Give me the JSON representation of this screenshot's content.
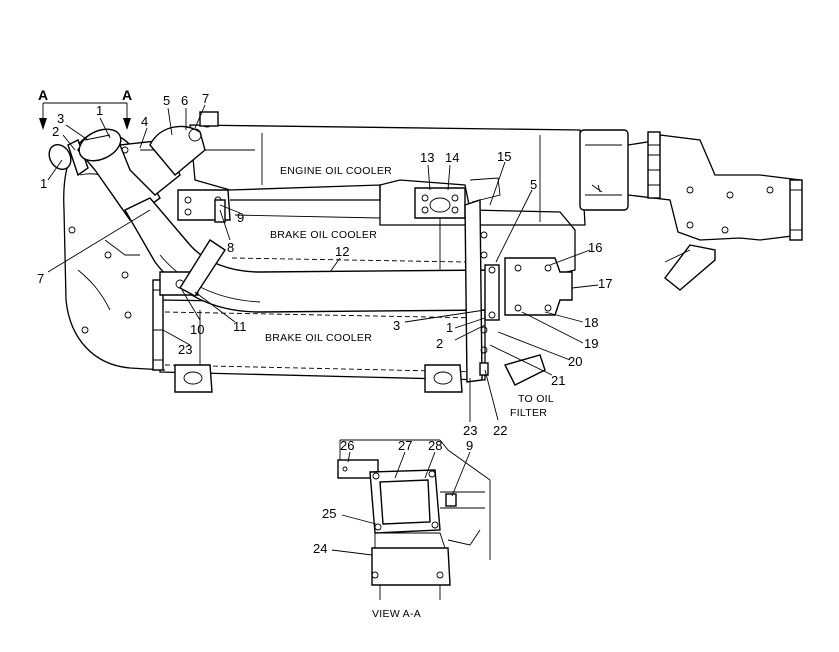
{
  "section_marks": [
    "A",
    "A"
  ],
  "labels": {
    "engine_oil_cooler": "ENGINE OIL COOLER",
    "brake_oil_cooler_upper": "BRAKE OIL COOLER",
    "brake_oil_cooler_lower": "BRAKE OIL COOLER",
    "to_oil": "TO OIL",
    "filter": "FILTER",
    "view_aa": "VIEW A-A"
  },
  "callouts": [
    {
      "id": "c1a",
      "text": "1"
    },
    {
      "id": "c2a",
      "text": "2"
    },
    {
      "id": "c3a",
      "text": "3"
    },
    {
      "id": "c1b",
      "text": "1"
    },
    {
      "id": "c4",
      "text": "4"
    },
    {
      "id": "c5a",
      "text": "5"
    },
    {
      "id": "c6",
      "text": "6"
    },
    {
      "id": "c7a",
      "text": "7"
    },
    {
      "id": "c7b",
      "text": "7"
    },
    {
      "id": "c8",
      "text": "8"
    },
    {
      "id": "c9a",
      "text": "9"
    },
    {
      "id": "c10",
      "text": "10"
    },
    {
      "id": "c11",
      "text": "11"
    },
    {
      "id": "c12",
      "text": "12"
    },
    {
      "id": "c13",
      "text": "13"
    },
    {
      "id": "c14",
      "text": "14"
    },
    {
      "id": "c15",
      "text": "15"
    },
    {
      "id": "c5b",
      "text": "5"
    },
    {
      "id": "c16",
      "text": "16"
    },
    {
      "id": "c17",
      "text": "17"
    },
    {
      "id": "c18",
      "text": "18"
    },
    {
      "id": "c19",
      "text": "19"
    },
    {
      "id": "c20",
      "text": "20"
    },
    {
      "id": "c21",
      "text": "21"
    },
    {
      "id": "c22",
      "text": "22"
    },
    {
      "id": "c23a",
      "text": "23"
    },
    {
      "id": "c23b",
      "text": "23"
    },
    {
      "id": "c3b",
      "text": "3"
    },
    {
      "id": "c1c",
      "text": "1"
    },
    {
      "id": "c2b",
      "text": "2"
    },
    {
      "id": "c26",
      "text": "26"
    },
    {
      "id": "c27",
      "text": "27"
    },
    {
      "id": "c28",
      "text": "28"
    },
    {
      "id": "c9b",
      "text": "9"
    },
    {
      "id": "c25",
      "text": "25"
    },
    {
      "id": "c24",
      "text": "24"
    }
  ]
}
